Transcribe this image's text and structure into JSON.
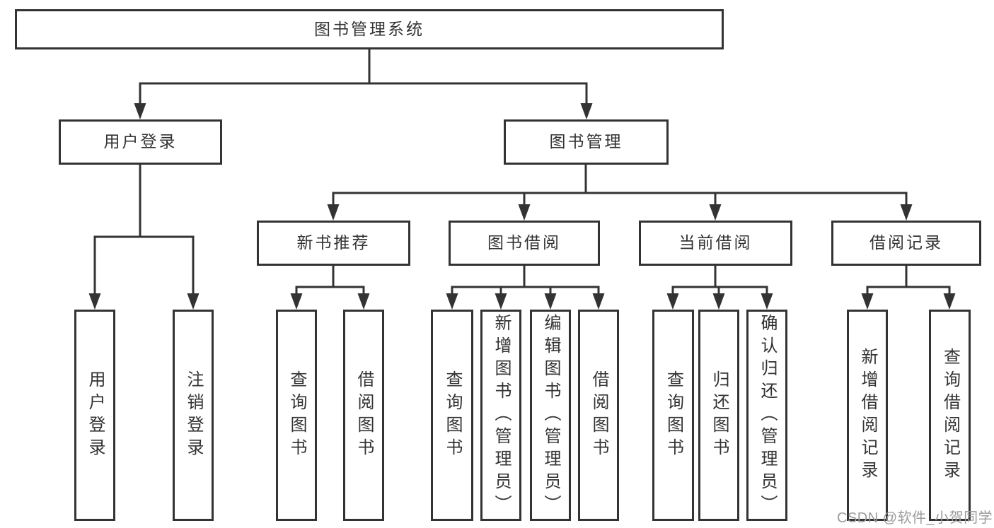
{
  "root": {
    "label": "图书管理系统"
  },
  "level2": [
    {
      "label": "用户登录"
    },
    {
      "label": "图书管理"
    }
  ],
  "level3": [
    {
      "label": "新书推荐",
      "parent": "图书管理"
    },
    {
      "label": "图书借阅",
      "parent": "图书管理"
    },
    {
      "label": "当前借阅",
      "parent": "图书管理"
    },
    {
      "label": "借阅记录",
      "parent": "图书管理"
    }
  ],
  "leaves": [
    {
      "label": "用户登录",
      "parent": "用户登录"
    },
    {
      "label": "注销登录",
      "parent": "用户登录"
    },
    {
      "label": "查询图书",
      "parent": "新书推荐"
    },
    {
      "label": "借阅图书",
      "parent": "新书推荐"
    },
    {
      "label": "查询图书",
      "parent": "图书借阅"
    },
    {
      "label": "新增图书（管理员）",
      "parent": "图书借阅"
    },
    {
      "label": "编辑图书（管理员）",
      "parent": "图书借阅"
    },
    {
      "label": "借阅图书",
      "parent": "图书借阅"
    },
    {
      "label": "查询图书",
      "parent": "当前借阅"
    },
    {
      "label": "归还图书",
      "parent": "当前借阅"
    },
    {
      "label": "确认归还（管理员）",
      "parent": "当前借阅"
    },
    {
      "label": "新增借阅记录",
      "parent": "借阅记录"
    },
    {
      "label": "查询借阅记录",
      "parent": "借阅记录"
    }
  ],
  "watermark": {
    "text": "CSDN @软件_小贺同学"
  },
  "colors": {
    "line": "#333333",
    "text": "#333333",
    "box_background": "#ffffff",
    "watermark": "#9b9b9b",
    "background": "#ffffff"
  }
}
